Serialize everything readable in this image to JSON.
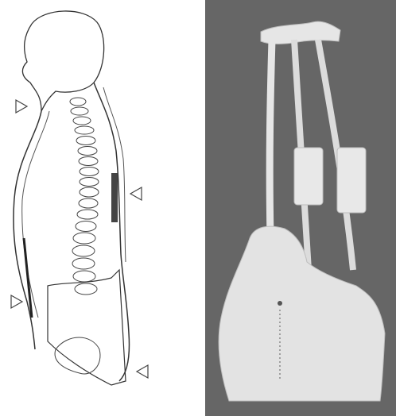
{
  "figure": {
    "left_panel": {
      "kind": "line-drawing",
      "subject": "side-view-body-with-spine-and-brace",
      "pressure_markers": [
        "neck-front",
        "upper-back",
        "lower-abdomen",
        "lower-back"
      ]
    },
    "right_panel": {
      "kind": "photo",
      "subject": "milwaukee-style-back-brace"
    }
  },
  "colors": {
    "line": "#333333",
    "photo_background": "#666666",
    "brace_light": "#e6e6e6",
    "brace_shadow": "#bdbdbd"
  }
}
